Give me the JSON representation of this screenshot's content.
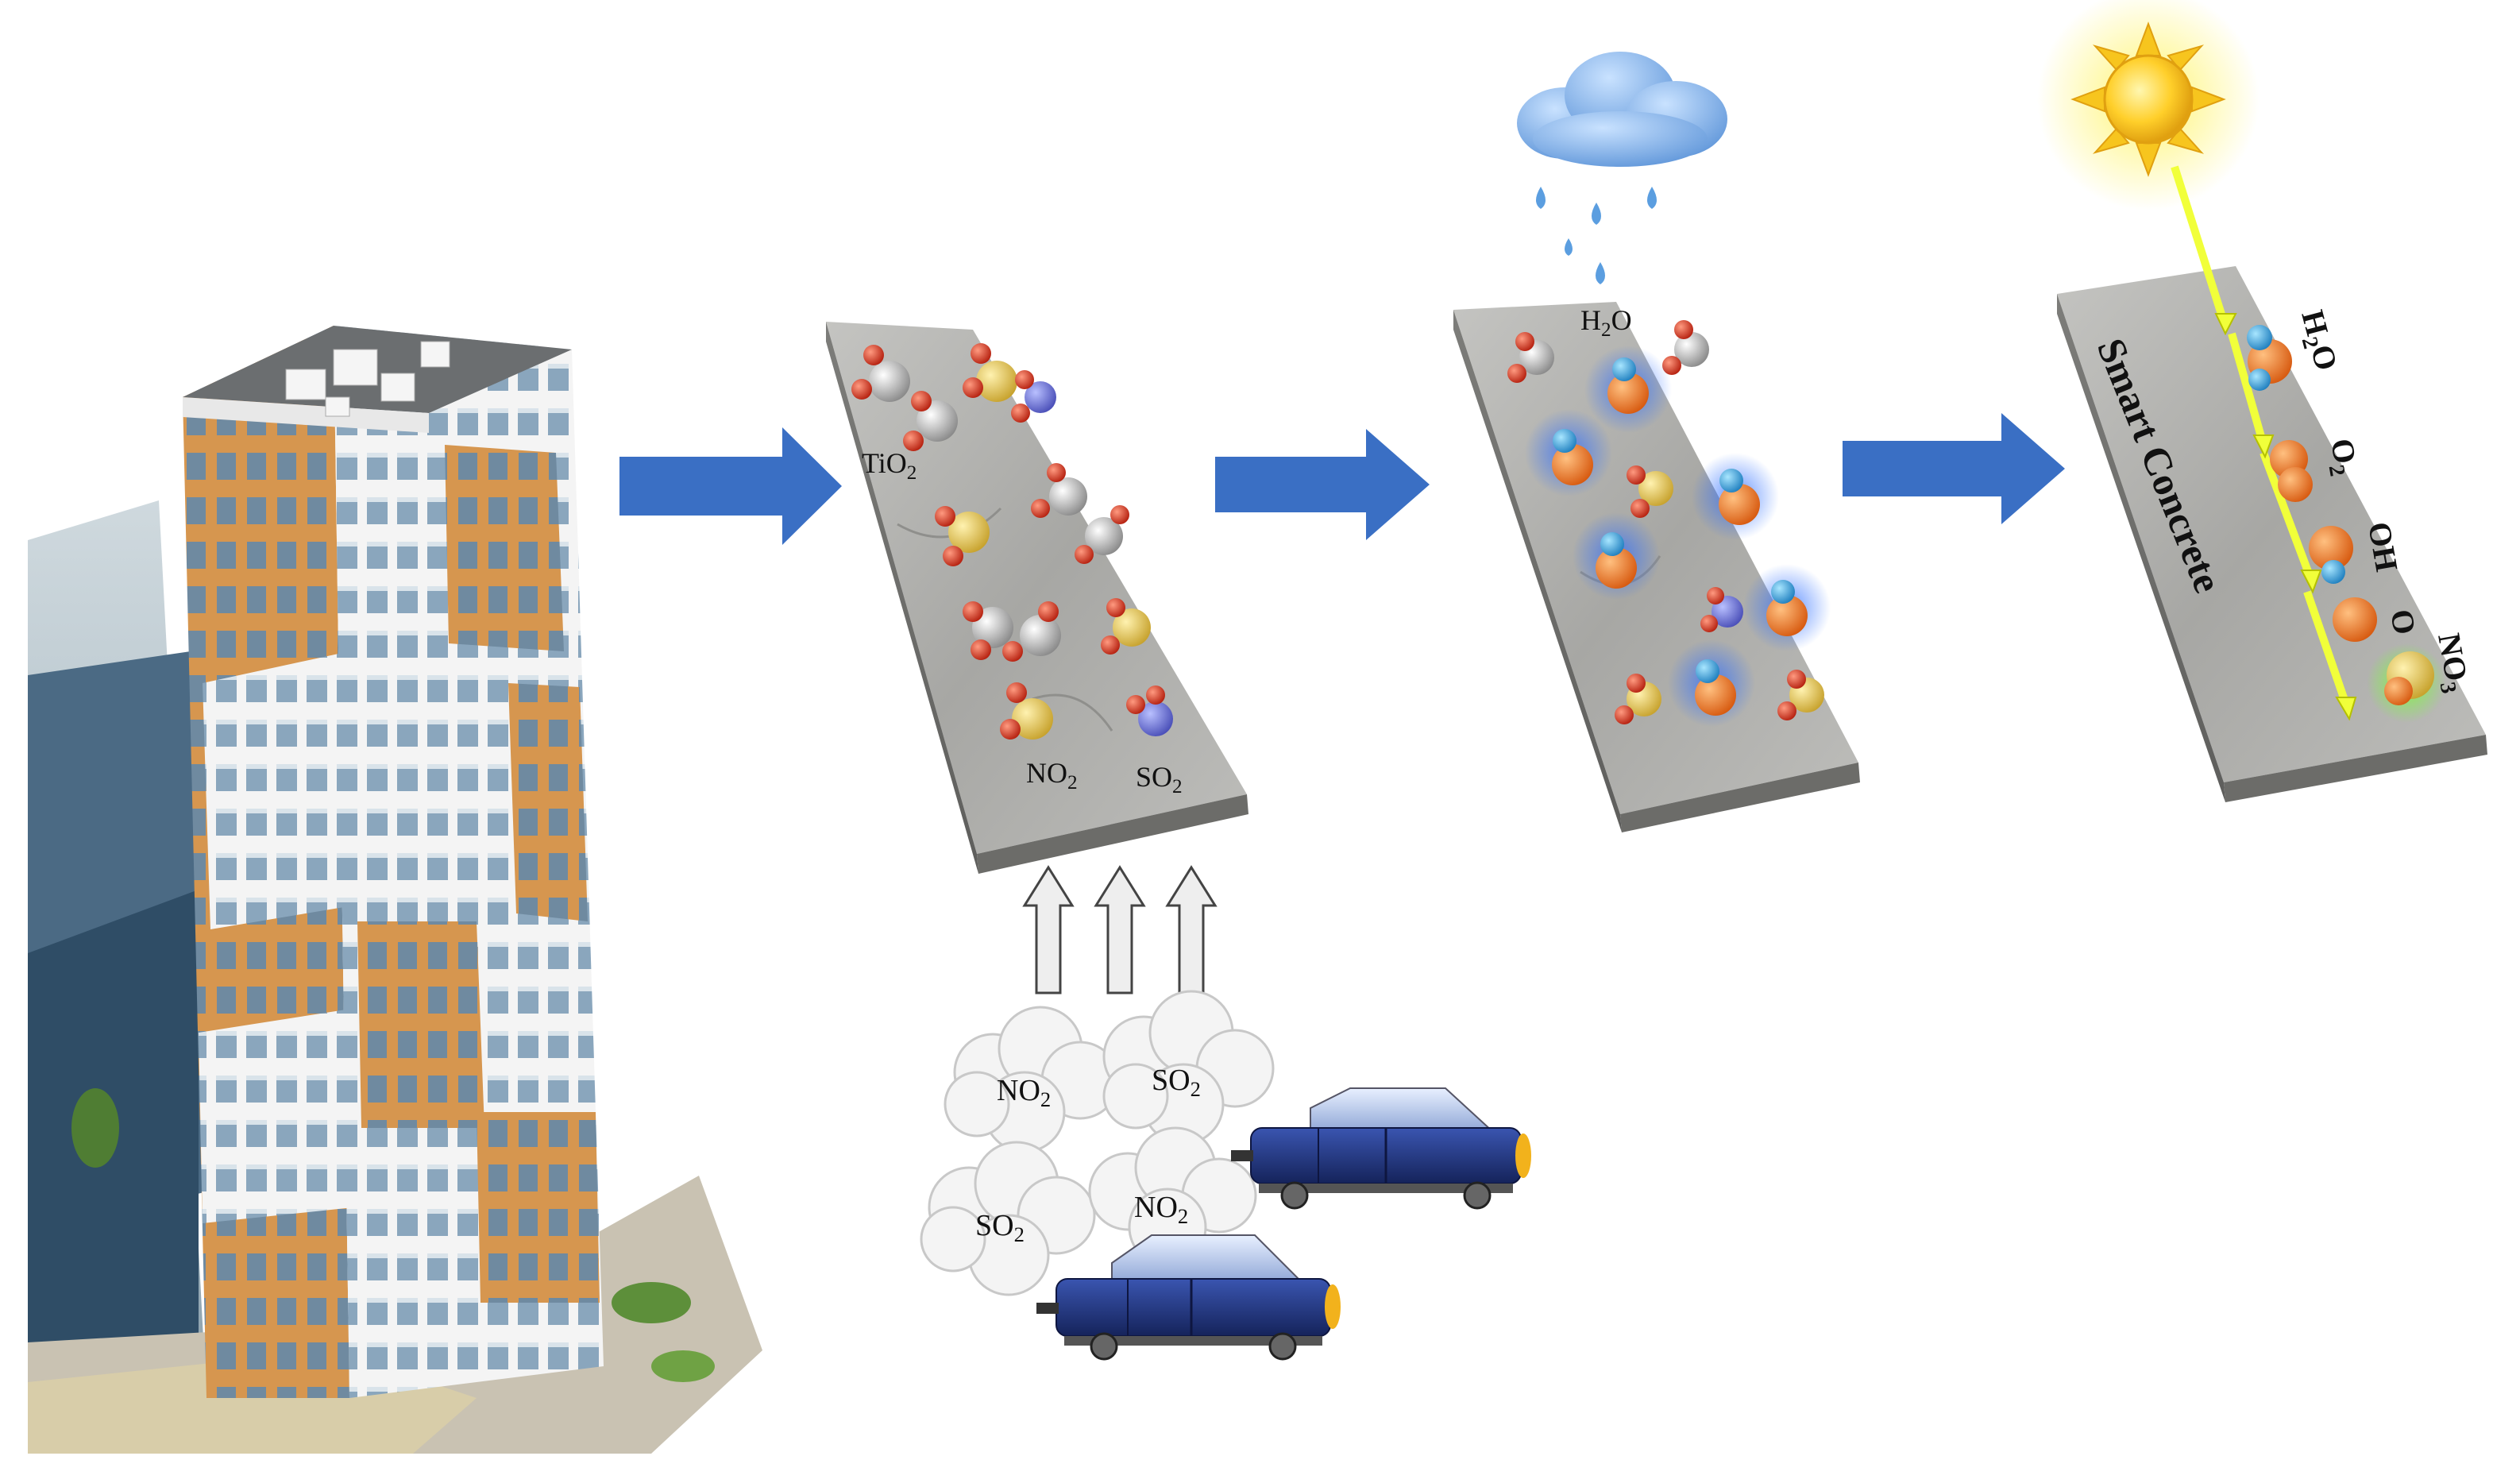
{
  "colors": {
    "arrow_blue": "#3a6fc4",
    "concrete_grey": "#a9a9a6",
    "sun_yellow": "#f7c51e",
    "light_beam": "#f1ff3a",
    "molecule_red": "#d8321e",
    "molecule_orange": "#ef7a1c",
    "molecule_yellow": "#e8c850",
    "molecule_blue": "#3a9ad8",
    "car_blue": "#2a3f8a",
    "cloud_blue": "#7ab0e8"
  },
  "panel1": {
    "tio2": {
      "main": "TiO",
      "sub": "2"
    },
    "no2": {
      "main": "NO",
      "sub": "2"
    },
    "so2": {
      "main": "SO",
      "sub": "2"
    }
  },
  "panel2": {
    "h2o": {
      "main": "H",
      "sub": "2",
      "tail": "O"
    }
  },
  "panel3": {
    "title": "Smart Concrete",
    "h2o": {
      "main": "H",
      "sub": "2",
      "tail": "O"
    },
    "o2": {
      "main": "O",
      "sub": "2"
    },
    "oh": "OH",
    "o": "O",
    "no3": {
      "main": "NO",
      "sub": "3"
    }
  },
  "emissions": {
    "clouds": [
      {
        "main": "NO",
        "sub": "2"
      },
      {
        "main": "SO",
        "sub": "2"
      },
      {
        "main": "SO",
        "sub": "2"
      },
      {
        "main": "NO",
        "sub": "2"
      }
    ]
  },
  "icons": [
    "building-illustration",
    "flow-arrow-icon",
    "up-arrow-icon",
    "rain-cloud-icon",
    "sun-icon",
    "car-icon",
    "molecule-icon"
  ]
}
